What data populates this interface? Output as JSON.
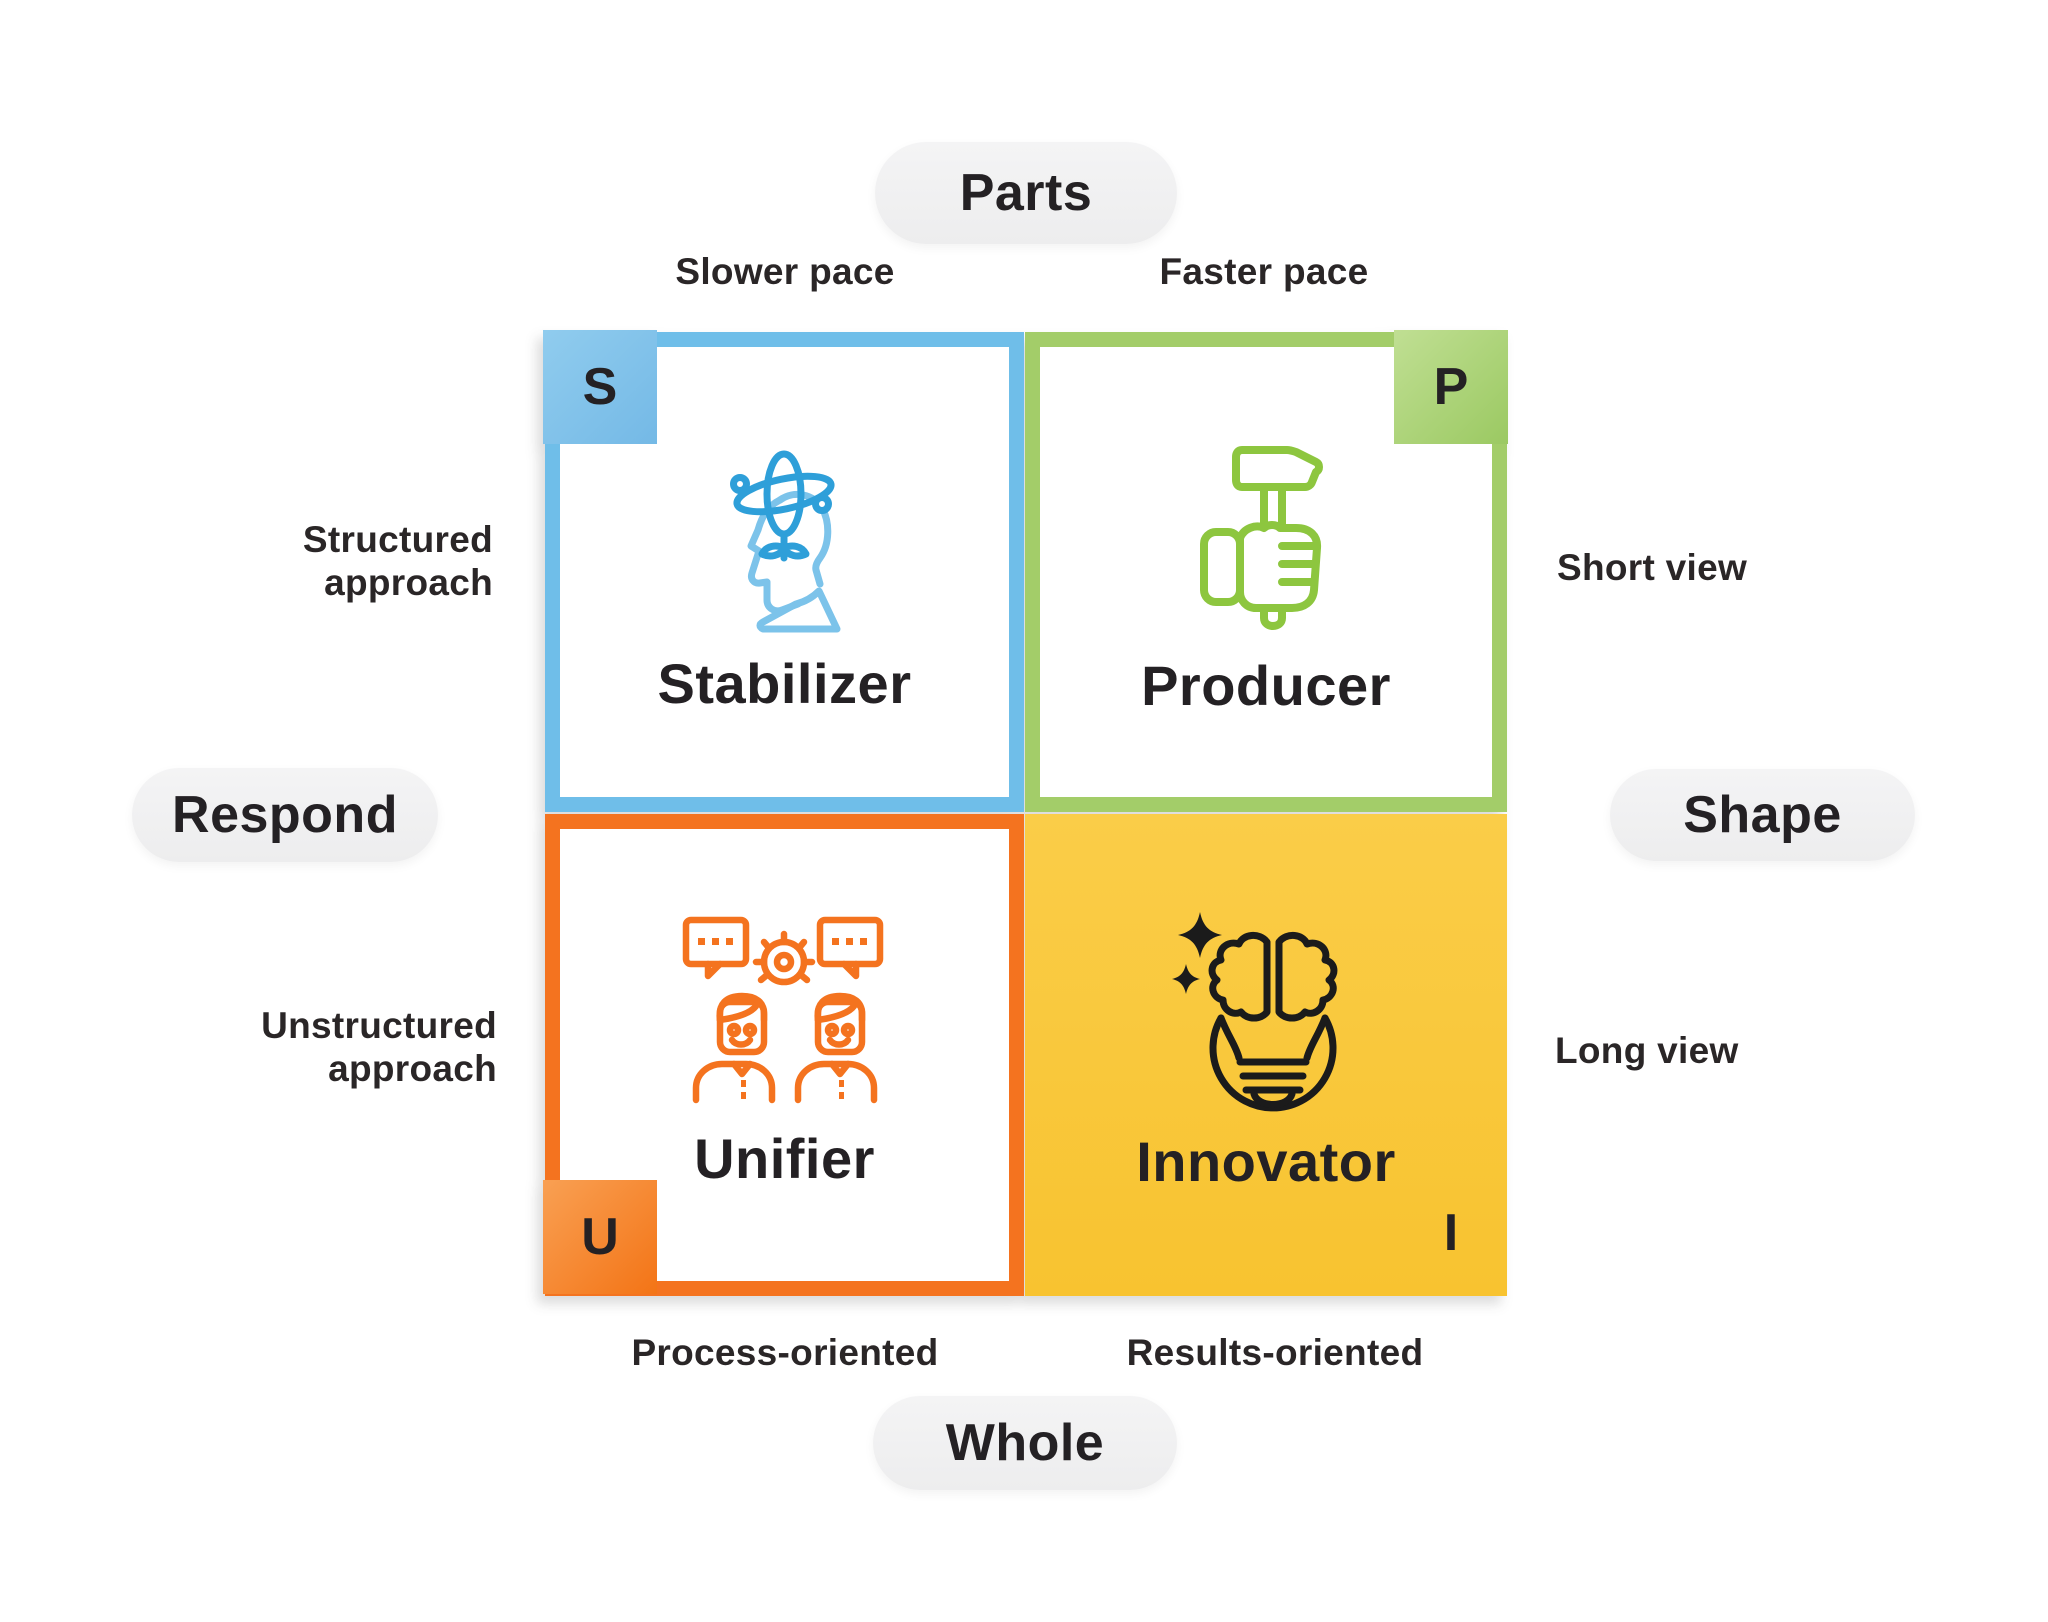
{
  "pills": {
    "top": "Parts",
    "bottom": "Whole",
    "left": "Respond",
    "right": "Shape"
  },
  "edge_labels": {
    "top_left": "Slower pace",
    "top_right": "Faster pace",
    "left_top": {
      "l1": "Structured",
      "l2": "approach"
    },
    "left_bottom": {
      "l1": "Unstructured",
      "l2": "approach"
    },
    "right_top": "Short view",
    "right_bottom": "Long view",
    "bottom_left": "Process-oriented",
    "bottom_right": "Results-oriented"
  },
  "quadrants": {
    "stabilizer": {
      "letter": "S",
      "label": "Stabilizer",
      "border_color": "#6fbee9",
      "icon": "head-with-orbit-plant-icon"
    },
    "producer": {
      "letter": "P",
      "label": "Producer",
      "border_color": "#a3cd69",
      "icon": "hand-holding-hammer-icon"
    },
    "unifier": {
      "letter": "U",
      "label": "Unifier",
      "border_color": "#f4731f",
      "icon": "two-people-gear-chat-icon"
    },
    "innovator": {
      "letter": "I",
      "label": "Innovator",
      "fill_color": "#f9c736",
      "icon": "lightbulb-brain-icon"
    }
  },
  "colors": {
    "blue": "#6fbee9",
    "blue_icon_dark": "#2e9fd9",
    "blue_icon_light": "#7cc3ea",
    "green": "#a3cd69",
    "green_icon": "#8dc63f",
    "orange": "#f4731f",
    "yellow": "#f9c736",
    "text": "#242124",
    "pill_bg": "#f1f1f2"
  }
}
